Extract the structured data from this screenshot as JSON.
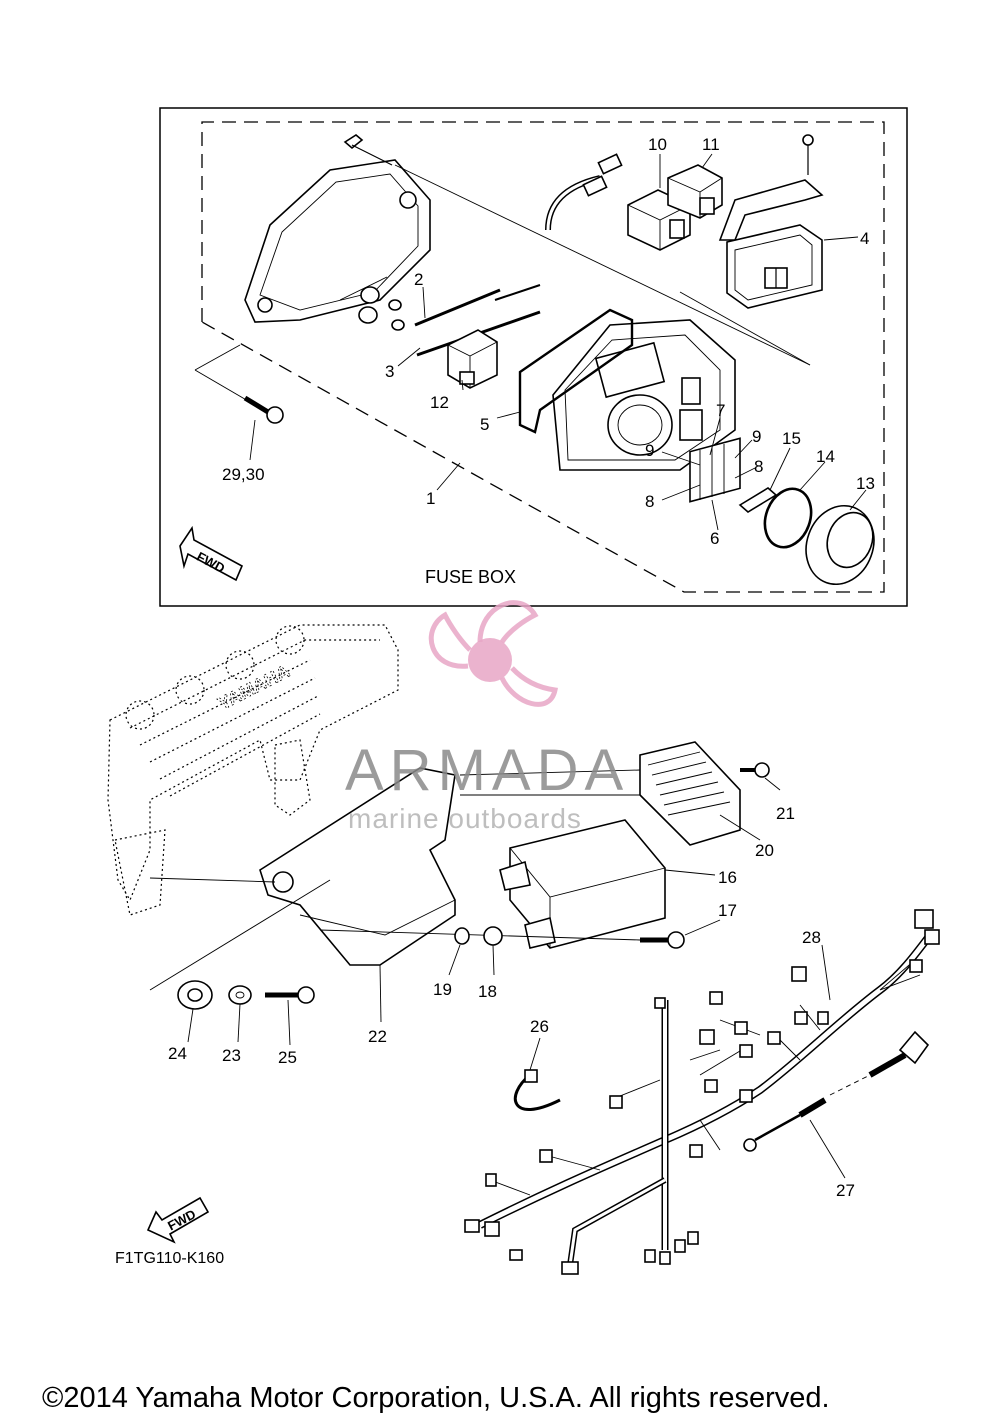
{
  "inset": {
    "caption": "FUSE BOX",
    "fwd_label": "FWD"
  },
  "main": {
    "fwd_label": "FWD",
    "ref_code": "F1TG110-K160"
  },
  "callouts": [
    {
      "id": "c1",
      "text": "1"
    },
    {
      "id": "c2",
      "text": "2"
    },
    {
      "id": "c3",
      "text": "3"
    },
    {
      "id": "c4",
      "text": "4"
    },
    {
      "id": "c5",
      "text": "5"
    },
    {
      "id": "c6",
      "text": "6"
    },
    {
      "id": "c7",
      "text": "7"
    },
    {
      "id": "c8a",
      "text": "8"
    },
    {
      "id": "c8b",
      "text": "8"
    },
    {
      "id": "c9a",
      "text": "9"
    },
    {
      "id": "c9b",
      "text": "9"
    },
    {
      "id": "c10",
      "text": "10"
    },
    {
      "id": "c11",
      "text": "11"
    },
    {
      "id": "c12",
      "text": "12"
    },
    {
      "id": "c13",
      "text": "13"
    },
    {
      "id": "c14",
      "text": "14"
    },
    {
      "id": "c15",
      "text": "15"
    },
    {
      "id": "c2930",
      "text": "29,30"
    },
    {
      "id": "c16",
      "text": "16"
    },
    {
      "id": "c17",
      "text": "17"
    },
    {
      "id": "c18",
      "text": "18"
    },
    {
      "id": "c19",
      "text": "19"
    },
    {
      "id": "c20",
      "text": "20"
    },
    {
      "id": "c21",
      "text": "21"
    },
    {
      "id": "c22",
      "text": "22"
    },
    {
      "id": "c23",
      "text": "23"
    },
    {
      "id": "c24",
      "text": "24"
    },
    {
      "id": "c25",
      "text": "25"
    },
    {
      "id": "c26",
      "text": "26"
    },
    {
      "id": "c27",
      "text": "27"
    },
    {
      "id": "c28",
      "text": "28"
    }
  ],
  "watermark": {
    "title": "ARMADA",
    "subtitle": "marine outboards",
    "color": "#e8a6c6"
  },
  "engine_cover_text": "YAMAHA",
  "copyright": "©2014 Yamaha Motor Corporation, U.S.A. All rights reserved."
}
